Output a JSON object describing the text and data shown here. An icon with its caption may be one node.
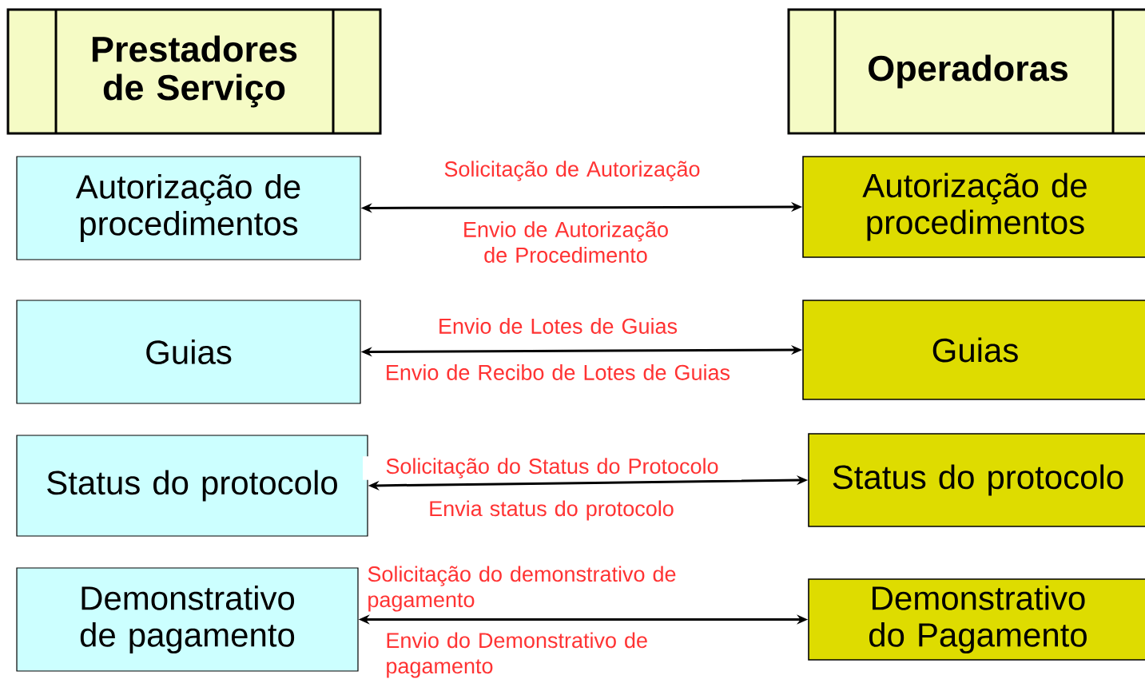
{
  "diagram": {
    "nodes": [
      {
        "text": [
          "Prestadores de Serviço"
        ]
      },
      {
        "text": [
          "Operadoras"
        ]
      },
      {
        "text": [
          "Autorização de procedimentos"
        ]
      },
      {
        "text": [
          "Autorização de procedimentos"
        ]
      },
      {
        "text": [
          "Guias"
        ]
      },
      {
        "text": [
          "Guias"
        ]
      },
      {
        "text": [
          "Status do protocolo"
        ]
      },
      {
        "text": [
          "Status do protocolo"
        ]
      },
      {
        "text": [
          "Demonstrativo de pagamento"
        ]
      },
      {
        "text": [
          "Demonstrativo do Pagamento"
        ]
      }
    ],
    "edges": [
      {
        "from": 2,
        "to": 3,
        "arrow": "both",
        "label": "Solicitação de Autorização"
      },
      {
        "from": 4,
        "to": 5,
        "arrow": "both",
        "label": "Envio de Lotes de Guias"
      },
      {
        "from": 6,
        "to": 7,
        "arrow": "both",
        "label": "Solicitação do Status do Protocolo"
      },
      {
        "from": 8,
        "to": 9,
        "arrow": "both",
        "label": "Solicitação do demonstrativo de pagamento"
      }
    ],
    "labels": [
      "Envio de Autorização de Procedimento",
      "Envio de Recibo de Lotes de Guias",
      "Envia status do protocolo",
      "Envio do Demonstrativo de pagamento"
    ]
  }
}
